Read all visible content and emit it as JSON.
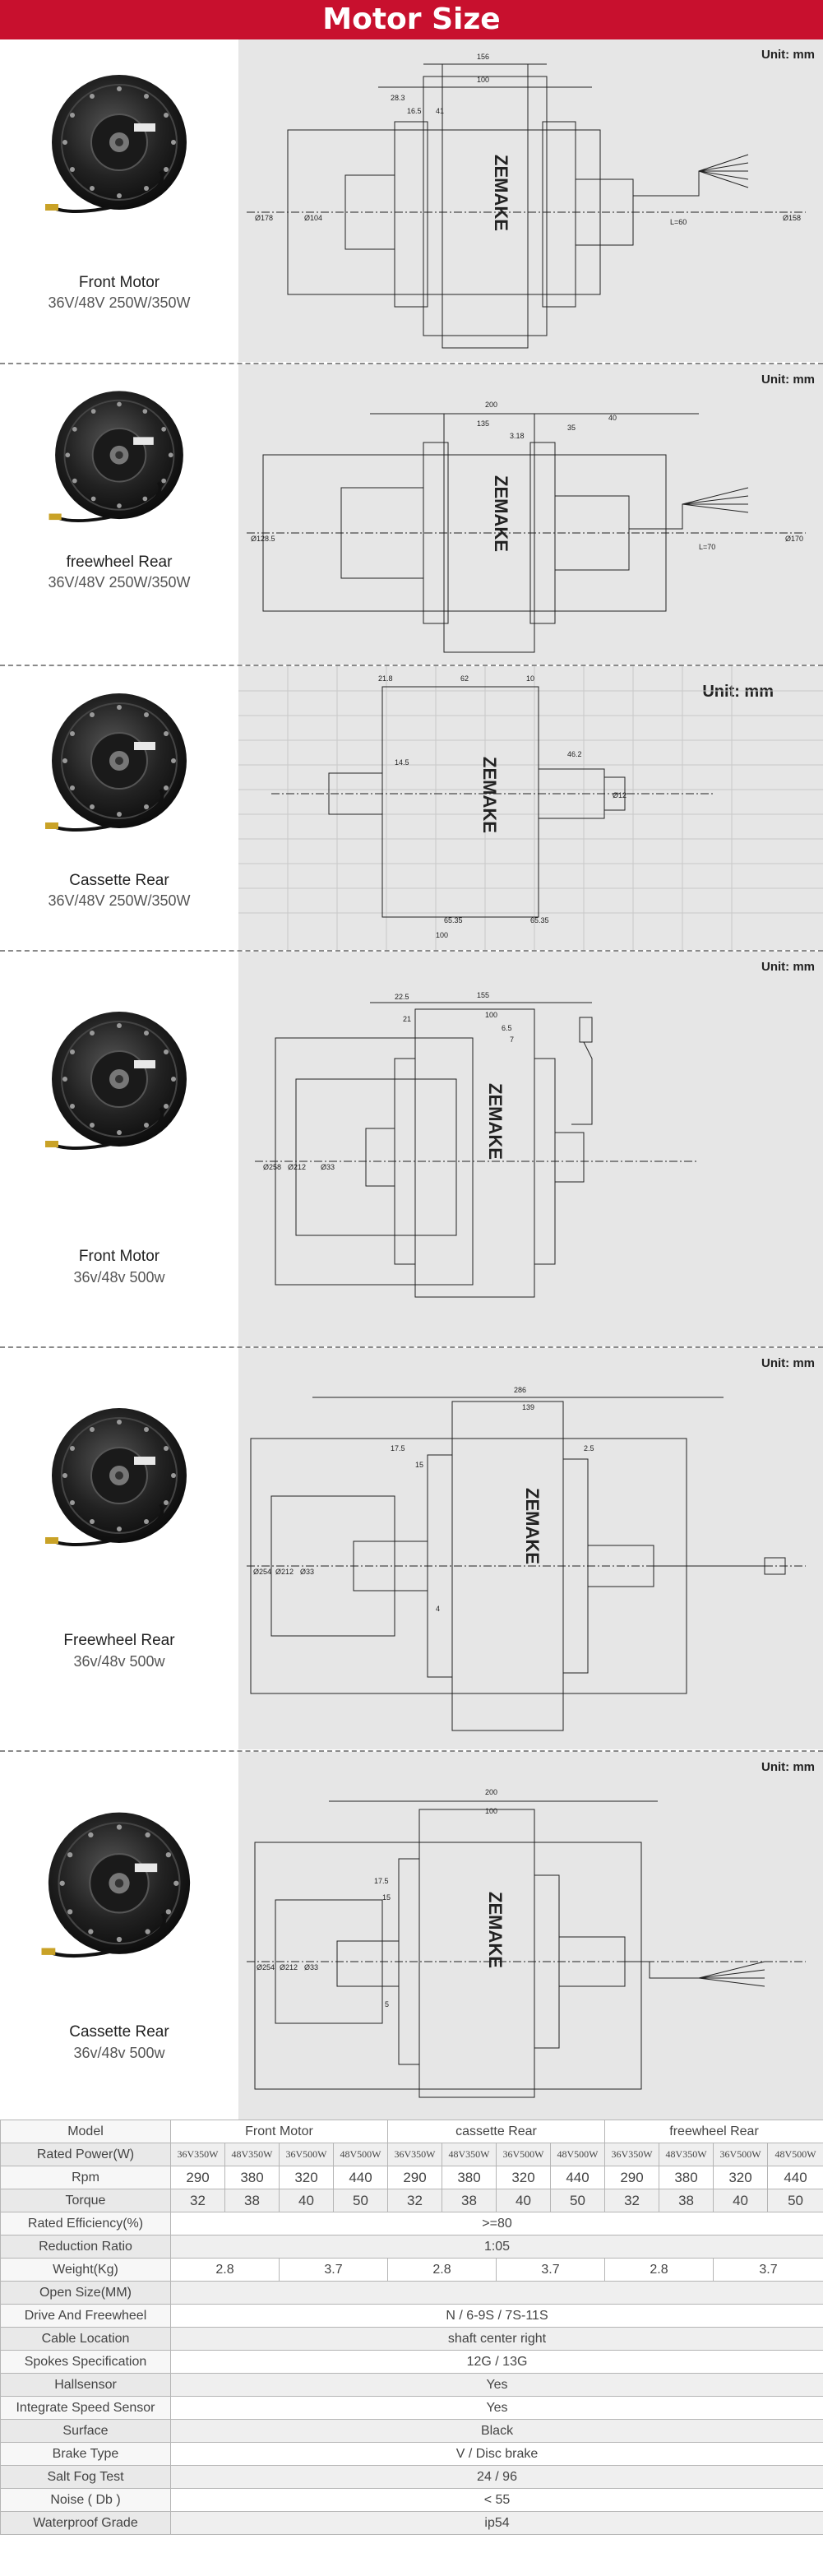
{
  "header": {
    "title": "Motor Size"
  },
  "unit_label": "Unit: mm",
  "brand": "ZEMAKE",
  "motors": [
    {
      "name": "Front Motor",
      "spec": "36V/48V 250W/350W"
    },
    {
      "name": "freewheel Rear",
      "spec": "36V/48V 250W/350W"
    },
    {
      "name": "Cassette Rear",
      "spec": "36V/48V 250W/350W"
    },
    {
      "name": "Front Motor",
      "spec": "36v/48v 500w"
    },
    {
      "name": "Freewheel Rear",
      "spec": "36v/48v 500w"
    },
    {
      "name": "Cassette Rear",
      "spec": "36v/48v 500w"
    }
  ],
  "dims": {
    "d1": [
      "156",
      "100",
      "28.3",
      "41",
      "16.5",
      "Ø178",
      "Ø158",
      "L=60",
      "Ø104"
    ],
    "d2": [
      "200",
      "135",
      "3.18",
      "35",
      "40",
      "Ø128.5",
      "Ø170",
      "L=70"
    ],
    "d3": [
      "21.8",
      "62",
      "10",
      "14.5",
      "46.2",
      "100",
      "65.35",
      "65.35",
      "Ø12"
    ],
    "d4": [
      "155",
      "100",
      "22.5",
      "21",
      "6.5",
      "7",
      "Ø258",
      "Ø212",
      "Ø33"
    ],
    "d5": [
      "286",
      "139",
      "17.5",
      "15",
      "2.5",
      "4",
      "Ø254",
      "Ø212",
      "Ø33"
    ],
    "d6": [
      "200",
      "100",
      "17.5",
      "15",
      "5",
      "Ø254",
      "Ø212",
      "Ø33"
    ]
  },
  "table": {
    "model_label": "Model",
    "groups": [
      "Front Motor",
      "cassette Rear",
      "freewheel Rear"
    ],
    "power_label": "Rated Power(W)",
    "power": [
      "36V350W",
      "48V350W",
      "36V500W",
      "48V500W",
      "36V350W",
      "48V350W",
      "36V500W",
      "48V500W",
      "36V350W",
      "48V350W",
      "36V500W",
      "48V500W"
    ],
    "rpm_label": "Rpm",
    "rpm": [
      "290",
      "380",
      "320",
      "440",
      "290",
      "380",
      "320",
      "440",
      "290",
      "380",
      "320",
      "440"
    ],
    "torque_label": "Torque",
    "torque": [
      "32",
      "38",
      "40",
      "50",
      "32",
      "38",
      "40",
      "50",
      "32",
      "38",
      "40",
      "50"
    ],
    "efficiency_label": "Rated Efficiency(%)",
    "efficiency": ">=80",
    "ratio_label": "Reduction Ratio",
    "ratio": "1:05",
    "weight_label": "Weight(Kg)",
    "weight": [
      "2.8",
      "3.7",
      "2.8",
      "3.7",
      "2.8",
      "3.7"
    ],
    "open_label": "Open Size(MM)",
    "open": "",
    "drive_label": "Drive And Freewheel",
    "drive": "N / 6-9S / 7S-11S",
    "cable_label": "Cable Location",
    "cable": "shaft center right",
    "spokes_label": "Spokes Specification",
    "spokes": "12G / 13G",
    "hall_label": "Hallsensor",
    "hall": "Yes",
    "speed_label": "Integrate Speed Sensor",
    "speed": "Yes",
    "surface_label": "Surface",
    "surface": "Black",
    "brake_label": "Brake Type",
    "brake": "V / Disc brake",
    "salt_label": "Salt Fog Test",
    "salt": "24 / 96",
    "noise_label": "Noise ( Db )",
    "noise": "< 55",
    "waterproof_label": "Waterproof Grade",
    "waterproof": "ip54"
  }
}
